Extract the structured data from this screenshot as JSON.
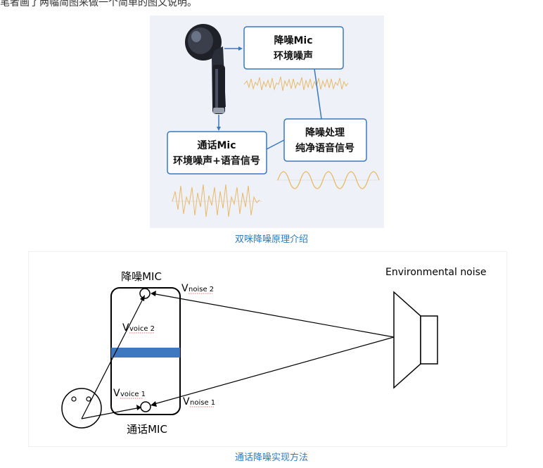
{
  "intro": "笔者画了两幅简图来做一个简单的图文说明。",
  "figure1": {
    "top_box": {
      "line1": "降噪Mic",
      "line2": "环境噪声"
    },
    "left_box": {
      "line1": "通话Mic",
      "line2": "环境噪声+语音信号"
    },
    "right_box": {
      "line1": "降噪处理",
      "line2": "纯净语音信号"
    },
    "caption": "双咪降噪原理介绍"
  },
  "figure2": {
    "env_label": "Environmental noise",
    "top_mic_label": "降噪MIC",
    "bottom_mic_label": "通话MIC",
    "v_noise2": {
      "main": "V",
      "sub": "noise 2"
    },
    "v_noise1": {
      "main": "V",
      "sub": "noise 1"
    },
    "v_voice2": {
      "main": "V",
      "sub": "voice 2"
    },
    "v_voice1": {
      "main": "V",
      "sub": "voice 1"
    },
    "caption": "通话降噪实现方法"
  },
  "colors": {
    "caption": "#2d7bc0",
    "box_border": "#3a78c0",
    "wave": "#e8b96a",
    "band": "#3d78c0"
  }
}
